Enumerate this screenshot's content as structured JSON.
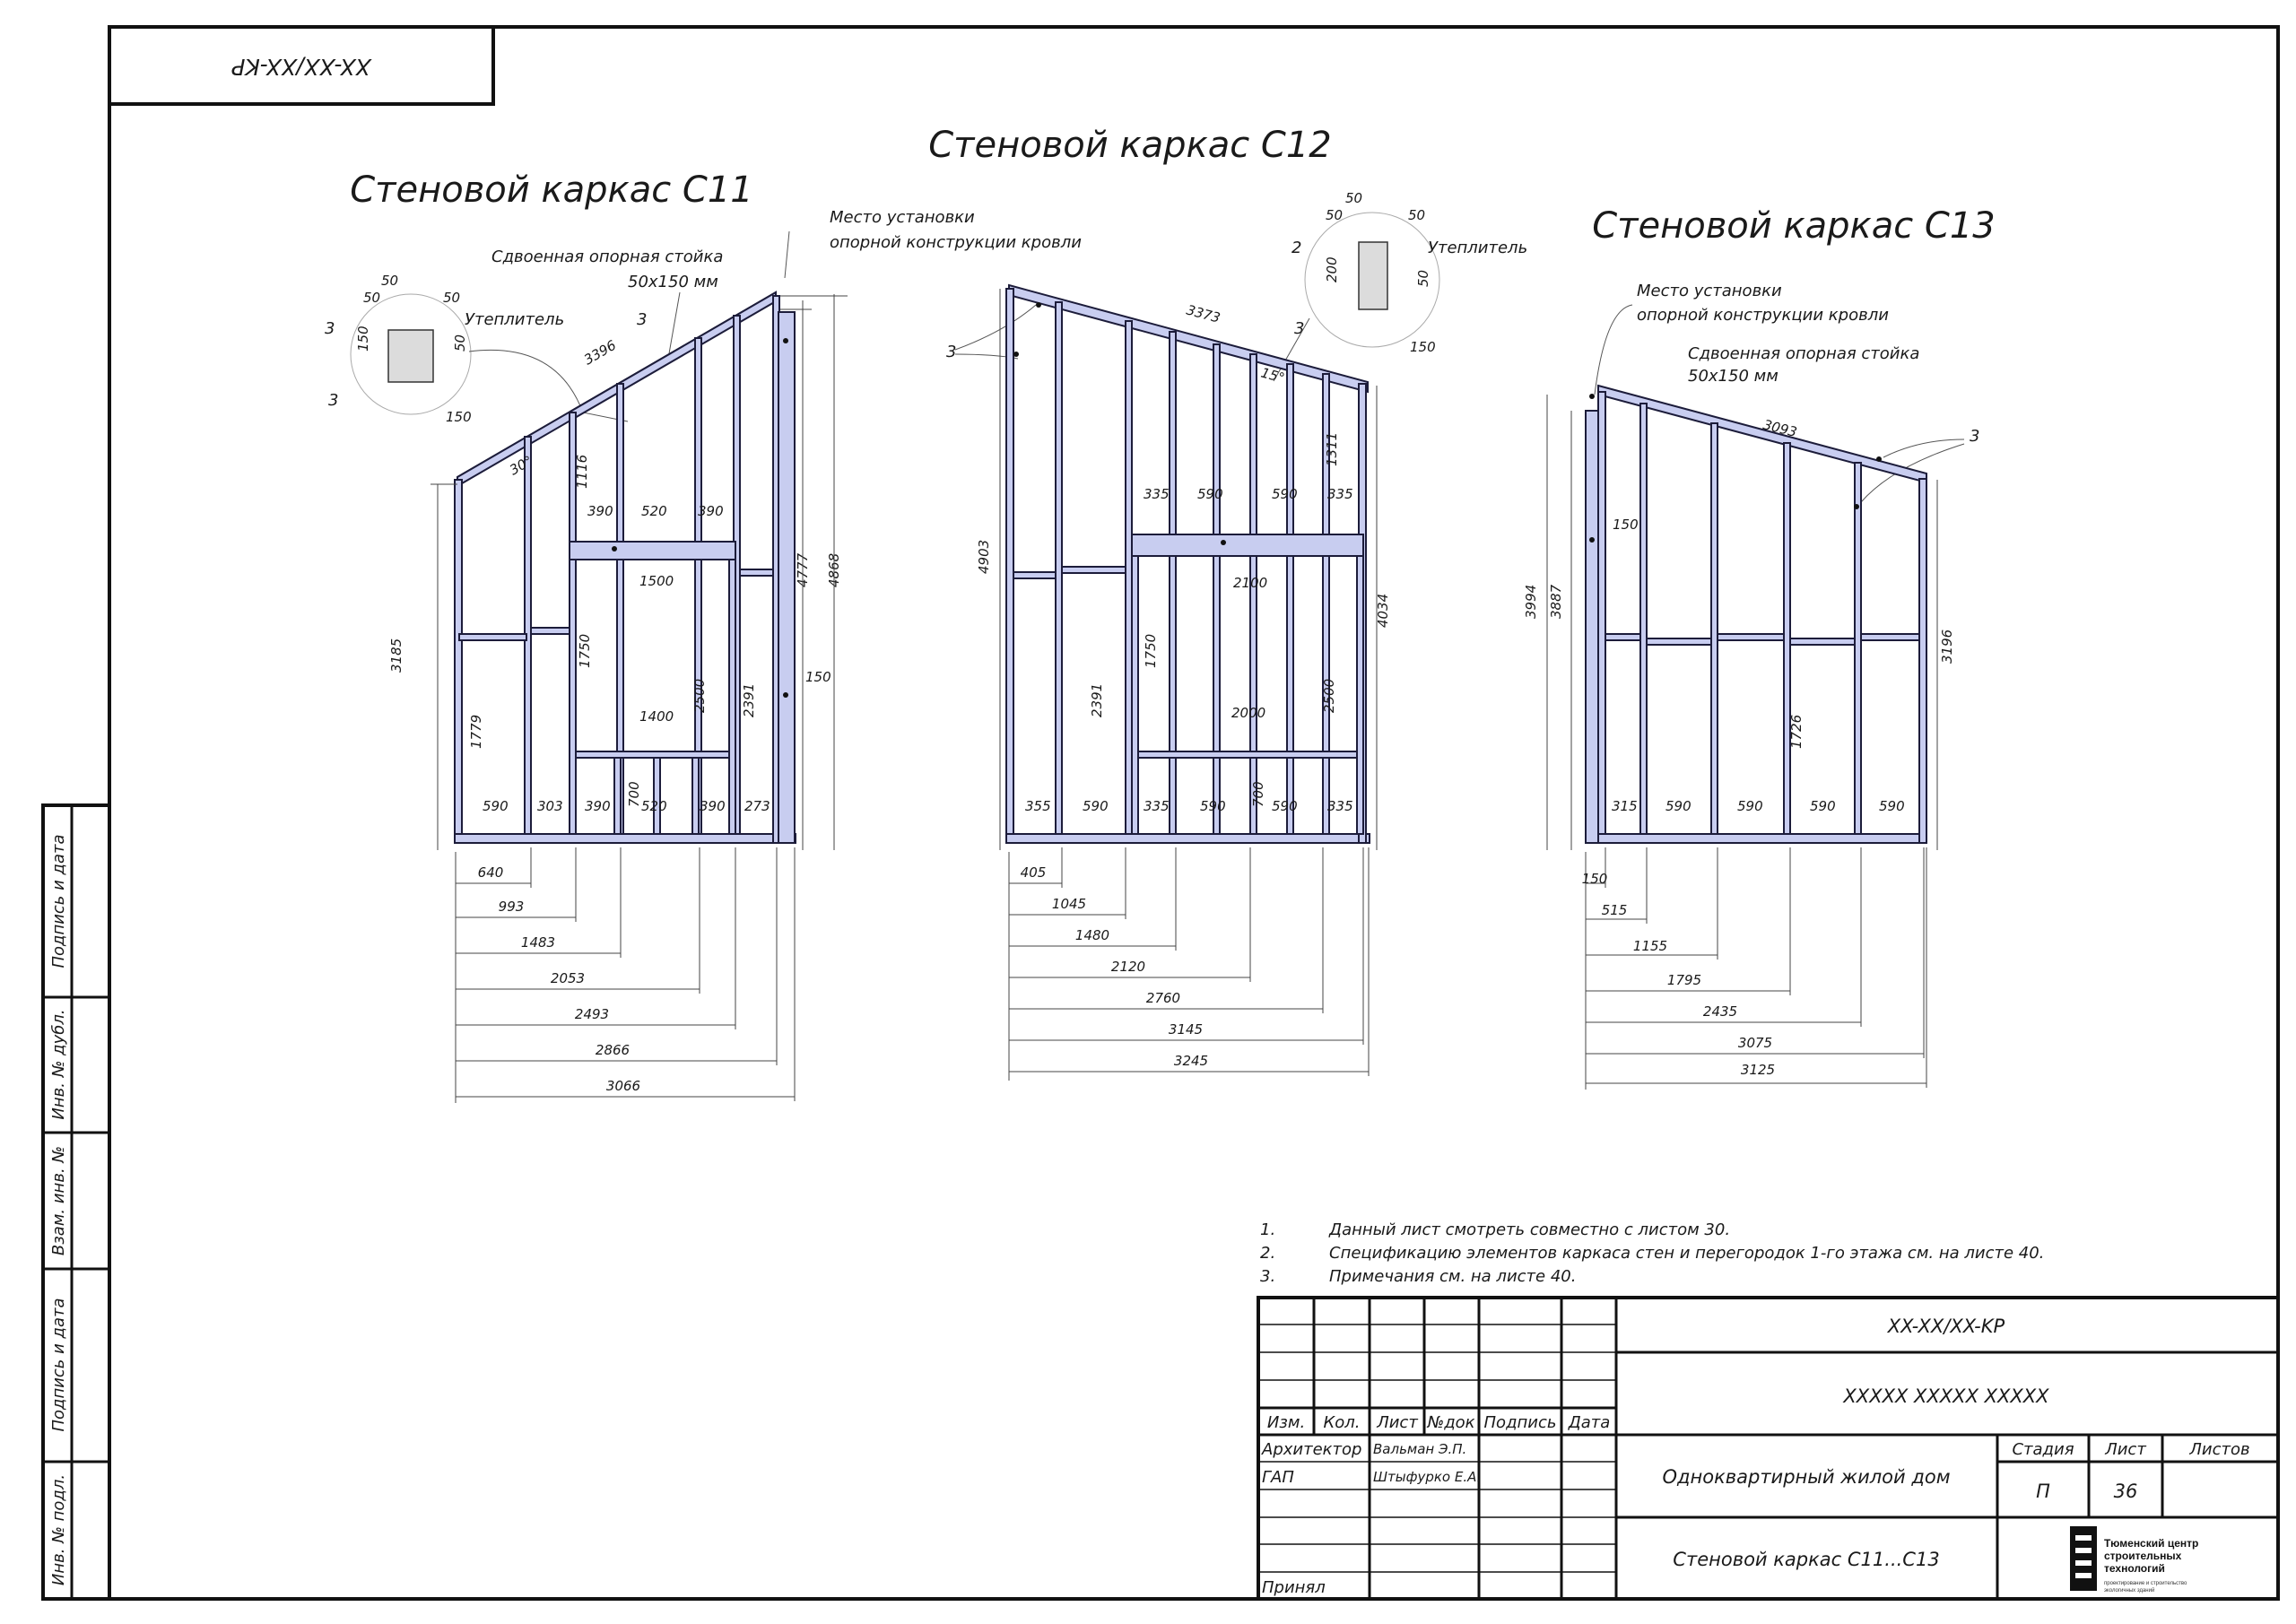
{
  "stamp": {
    "code_rotated": "XX-XX/XX-KP"
  },
  "side_cells": [
    "Подпись и дата",
    "Инв. № дубл.",
    "Взам. инв. №",
    "Подпись и дата",
    "Инв. № подл."
  ],
  "frames": {
    "c11": {
      "title": "Стеновой каркас С11",
      "note_roof": [
        "Место установки",
        "опорной конструкции кровли"
      ],
      "note_post": [
        "Сдвоенная опорная стойка",
        "50x150 мм"
      ],
      "insulation_label": "Утеплитель",
      "ref": "3",
      "detail_dims": [
        "50",
        "50",
        "50",
        "150",
        "50",
        "150"
      ],
      "angle": "30°",
      "slope": "3396",
      "dims": [
        "1116",
        "390",
        "520",
        "390",
        "1500",
        "1750",
        "1400",
        "2500",
        "2391",
        "4777",
        "4868",
        "150",
        "3185",
        "1779",
        "700"
      ],
      "bottom": [
        "590",
        "303",
        "390",
        "520",
        "390",
        "273"
      ],
      "running": [
        "640",
        "993",
        "1483",
        "2053",
        "2493",
        "2866",
        "3066"
      ]
    },
    "c12": {
      "title": "Стеновой каркас С12",
      "insulation_label": "Утеплитель",
      "ref": "3",
      "ref2": "2",
      "detail_dims": [
        "50",
        "50",
        "50",
        "200",
        "50",
        "150"
      ],
      "angle": "15°",
      "slope": "3373",
      "dims": [
        "4903",
        "335",
        "590",
        "590",
        "335",
        "1311",
        "2100",
        "4034",
        "2391",
        "1750",
        "2000",
        "2500",
        "700"
      ],
      "bottom": [
        "355",
        "590",
        "335",
        "590",
        "590",
        "335"
      ],
      "running": [
        "405",
        "1045",
        "1480",
        "2120",
        "2760",
        "3145",
        "3245"
      ]
    },
    "c13": {
      "title": "Стеновой каркас С13",
      "note_roof": [
        "Место установки",
        "опорной конструкции кровли"
      ],
      "note_post": [
        "Сдвоенная опорная стойка",
        "50x150 мм"
      ],
      "ref": "3",
      "slope": "3093",
      "dims": [
        "150",
        "3994",
        "3887",
        "3196",
        "1726"
      ],
      "bottom": [
        "315",
        "590",
        "590",
        "590",
        "590"
      ],
      "running": [
        "150",
        "515",
        "1155",
        "1795",
        "2435",
        "3075",
        "3125"
      ]
    }
  },
  "notes": [
    {
      "n": "1.",
      "text": "Данный лист смотреть совместно с листом 30."
    },
    {
      "n": "2.",
      "text": "Спецификацию элементов каркаса стен и перегородок 1-го этажа см. на листе 40."
    },
    {
      "n": "3.",
      "text": "Примечания см. на листе 40."
    }
  ],
  "titleblock": {
    "code": "XX-XX/XX-KP",
    "project": "XXXXX XXXXX XXXXX",
    "building": "Одноквартирный жилой дом",
    "sheet_title": "Стеновой каркас С11...С13",
    "col_headers": [
      "Изм.",
      "Кол.",
      "Лист",
      "№док",
      "Подпись",
      "Дата"
    ],
    "roles": [
      {
        "role": "Архитектор",
        "name": "Вальман Э.П."
      },
      {
        "role": "ГАП",
        "name": "Штыфурко Е.А."
      }
    ],
    "accepted": "Принял",
    "stage_label": "Стадия",
    "sheet_label": "Лист",
    "sheets_label": "Листов",
    "stage": "П",
    "sheet": "36",
    "sheets": "",
    "org_name": [
      "Тюменский центр",
      "строительных",
      "технологий"
    ],
    "org_sub": [
      "проектирование и строительство",
      "экологичных зданий"
    ]
  }
}
